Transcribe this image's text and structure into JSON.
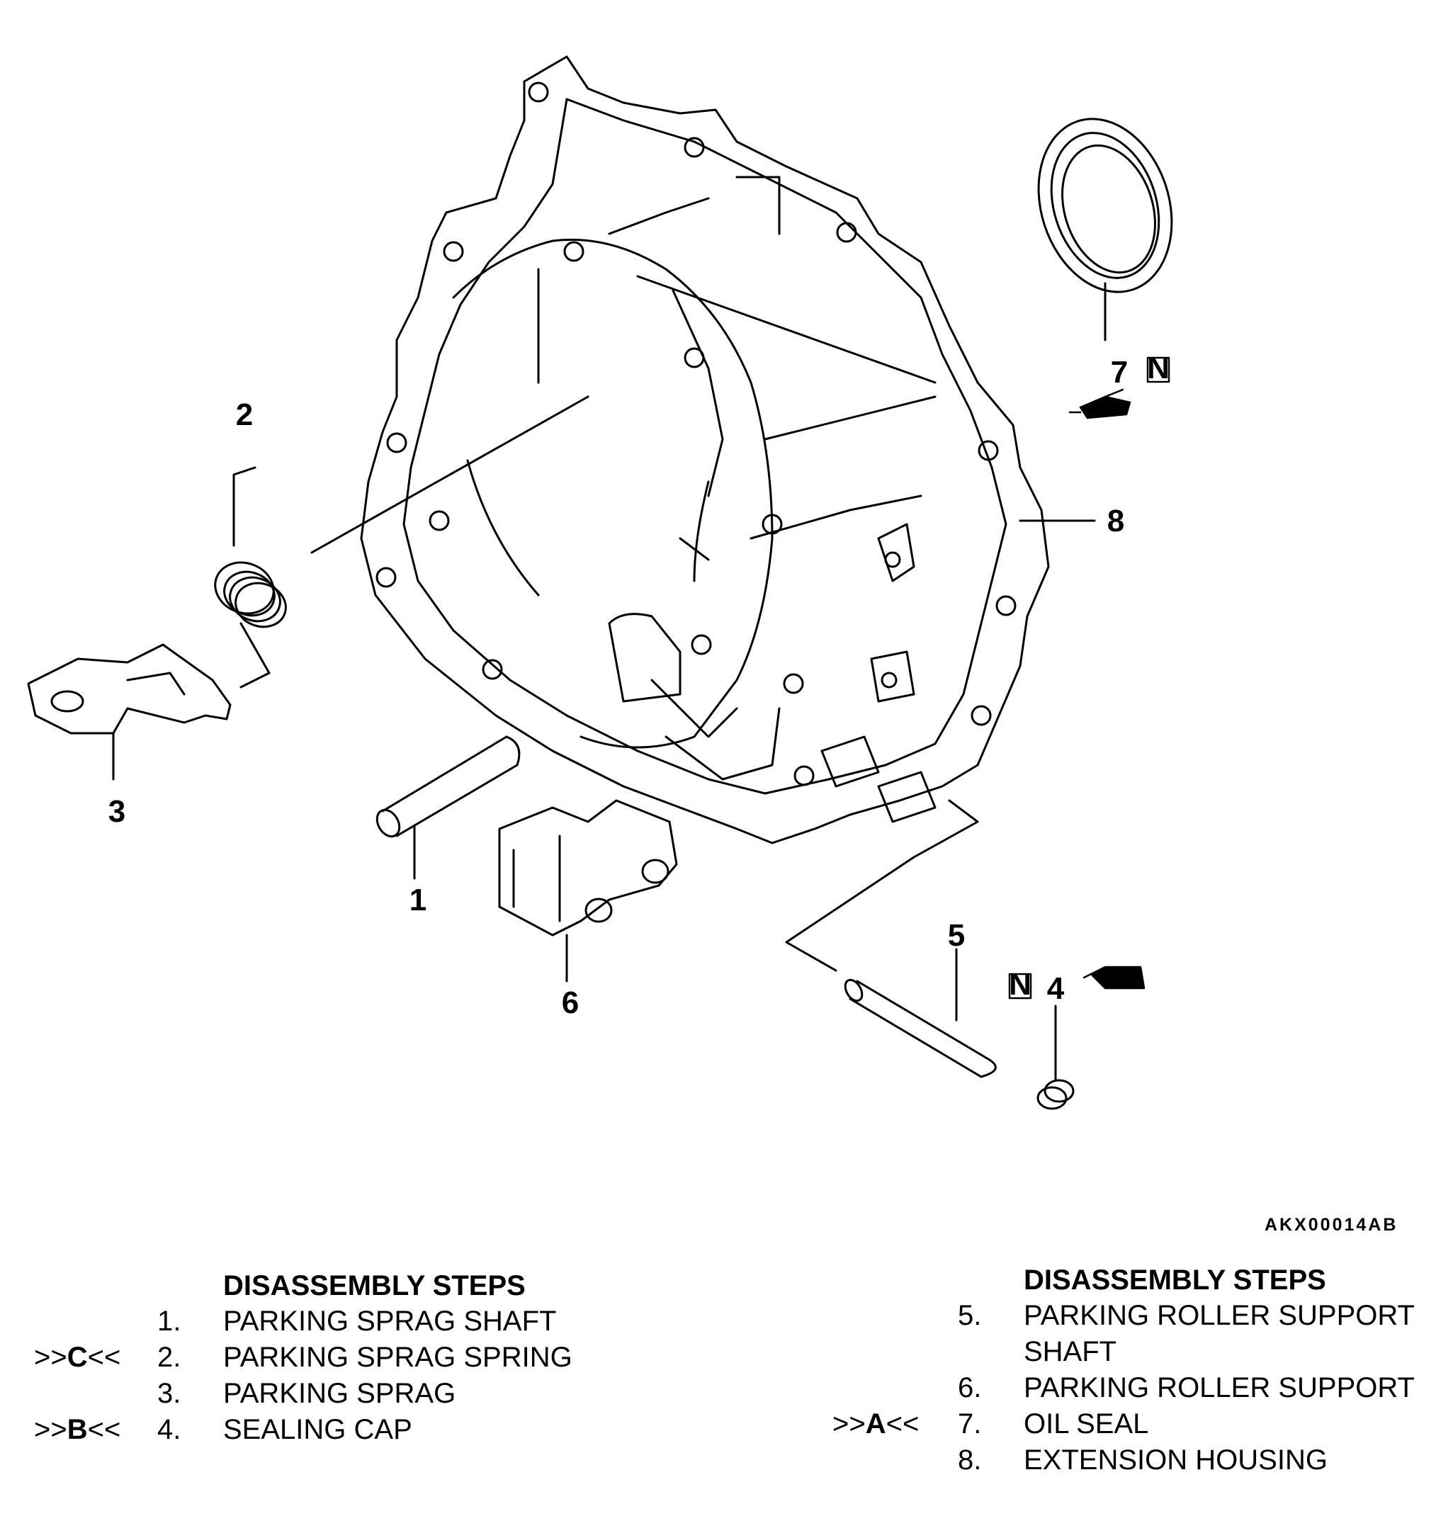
{
  "figure_id": "AKX00014AB",
  "callouts": [
    {
      "id": "1",
      "label": "1"
    },
    {
      "id": "2",
      "label": "2"
    },
    {
      "id": "3",
      "label": "3"
    },
    {
      "id": "4",
      "label": "4"
    },
    {
      "id": "5",
      "label": "5"
    },
    {
      "id": "6",
      "label": "6"
    },
    {
      "id": "7",
      "label": "7"
    },
    {
      "id": "8",
      "label": "8"
    }
  ],
  "new_part_symbol": "N",
  "steps_left": {
    "title": "DISASSEMBLY STEPS",
    "items": [
      {
        "mark": "",
        "num": "1.",
        "name": "PARKING SPRAG SHAFT"
      },
      {
        "mark": ">>C<<",
        "num": "2.",
        "name": "PARKING SPRAG SPRING"
      },
      {
        "mark": "",
        "num": "3.",
        "name": "PARKING SPRAG"
      },
      {
        "mark": ">>B<<",
        "num": "4.",
        "name": "SEALING CAP"
      }
    ]
  },
  "steps_right": {
    "title": "DISASSEMBLY STEPS",
    "items": [
      {
        "mark": "",
        "num": "5.",
        "name": "PARKING ROLLER SUPPORT",
        "name2": "SHAFT"
      },
      {
        "mark": "",
        "num": "6.",
        "name": "PARKING ROLLER SUPPORT"
      },
      {
        "mark": ">>A<<",
        "num": "7.",
        "name": "OIL SEAL"
      },
      {
        "mark": "",
        "num": "8.",
        "name": "EXTENSION HOUSING"
      }
    ]
  }
}
